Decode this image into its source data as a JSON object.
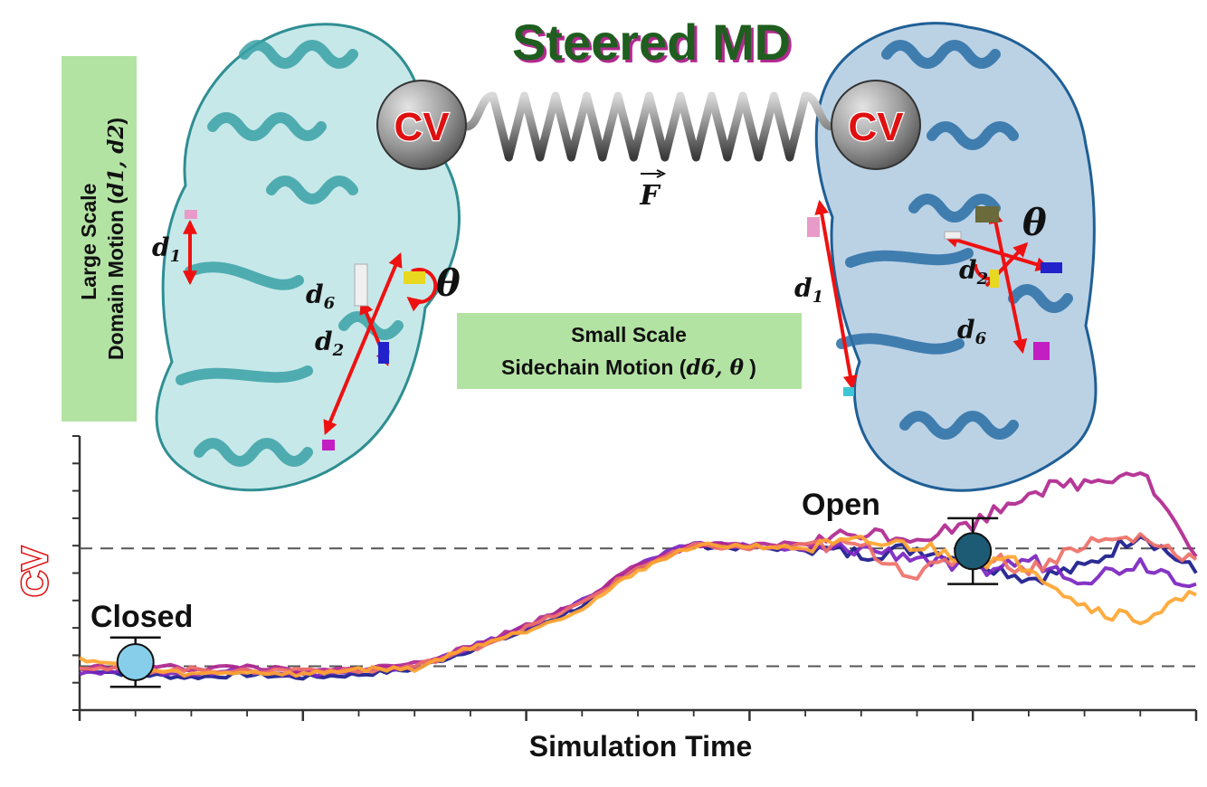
{
  "title": "Steered MD",
  "cv_node_label": "CV",
  "force_label": "F",
  "large_scale_box": {
    "line1": "Large Scale",
    "line2": "Domain Motion (",
    "vars": "d1, d2",
    "close": ")"
  },
  "small_scale_box": {
    "line1": "Small Scale",
    "line2": "Sidechain Motion (",
    "vars": "d6, θ",
    "close": " )"
  },
  "closed_labels": {
    "d1": "d",
    "d1_sub": "1",
    "d6": "d",
    "d6_sub": "6",
    "d2": "d",
    "d2_sub": "2",
    "theta": "θ"
  },
  "open_labels": {
    "d1": "d",
    "d1_sub": "1",
    "d6": "d",
    "d6_sub": "6",
    "d2": "d",
    "d2_sub": "2",
    "theta": "θ"
  },
  "state_closed": "Closed",
  "state_open": "Open",
  "ylabel": "CV",
  "xlabel": "Simulation Time",
  "colors": {
    "title": "#1f5e1f",
    "title_shadow": "#b22a8f",
    "green_box": "#b3e3a3",
    "arrow": "#ee1111",
    "closed_protein": "#5fbcbf",
    "open_protein": "#3b7fb4",
    "closed_marker": "#87ceeb",
    "open_marker": "#1d5a73",
    "traj_navy": "#1a1a8c",
    "traj_purple": "#7b24c0",
    "traj_magenta": "#b0278f",
    "traj_salmon": "#ee7068",
    "traj_orange": "#ffa530"
  },
  "chart_data": {
    "type": "line",
    "xlabel": "Simulation Time",
    "ylabel": "CV",
    "xlim": [
      0,
      10
    ],
    "ylim": [
      0,
      10
    ],
    "reference_lines": [
      1.6,
      5.9
    ],
    "states": [
      {
        "name": "Closed",
        "x": 0.5,
        "y": 1.75,
        "err": 0.9
      },
      {
        "name": "Open",
        "x": 8.0,
        "y": 5.8,
        "err": 1.2
      }
    ],
    "series": [
      {
        "color": "navy",
        "values": [
          [
            0,
            1.5
          ],
          [
            0.5,
            1.3
          ],
          [
            1,
            1.2
          ],
          [
            1.5,
            1.3
          ],
          [
            2,
            1.2
          ],
          [
            2.5,
            1.3
          ],
          [
            3,
            1.5
          ],
          [
            3.5,
            2.2
          ],
          [
            4,
            2.9
          ],
          [
            4.5,
            3.8
          ],
          [
            5,
            5.2
          ],
          [
            5.5,
            6.0
          ],
          [
            6,
            5.9
          ],
          [
            6.5,
            5.9
          ],
          [
            7,
            5.7
          ],
          [
            7.5,
            5.9
          ],
          [
            8,
            5.5
          ],
          [
            8.5,
            4.8
          ],
          [
            9,
            5.2
          ],
          [
            9.5,
            6.5
          ],
          [
            10,
            5.0
          ]
        ]
      },
      {
        "color": "purple",
        "values": [
          [
            0,
            1.4
          ],
          [
            0.5,
            1.4
          ],
          [
            1,
            1.3
          ],
          [
            1.5,
            1.5
          ],
          [
            2,
            1.3
          ],
          [
            2.5,
            1.4
          ],
          [
            3,
            1.6
          ],
          [
            3.5,
            2.3
          ],
          [
            4,
            3.0
          ],
          [
            4.5,
            4.0
          ],
          [
            5,
            5.3
          ],
          [
            5.5,
            6.1
          ],
          [
            6,
            6.0
          ],
          [
            6.5,
            5.8
          ],
          [
            7,
            5.9
          ],
          [
            7.5,
            5.6
          ],
          [
            8,
            5.0
          ],
          [
            8.5,
            5.5
          ],
          [
            9,
            4.8
          ],
          [
            9.5,
            5.4
          ],
          [
            10,
            4.6
          ]
        ]
      },
      {
        "color": "magenta",
        "values": [
          [
            0,
            1.5
          ],
          [
            0.5,
            1.7
          ],
          [
            1,
            1.5
          ],
          [
            1.5,
            1.6
          ],
          [
            2,
            1.4
          ],
          [
            2.5,
            1.5
          ],
          [
            3,
            1.7
          ],
          [
            3.5,
            2.3
          ],
          [
            4,
            3.1
          ],
          [
            4.5,
            4.0
          ],
          [
            5,
            5.3
          ],
          [
            5.5,
            6.0
          ],
          [
            6,
            6.0
          ],
          [
            6.5,
            6.1
          ],
          [
            7,
            6.5
          ],
          [
            7.5,
            6.3
          ],
          [
            8,
            6.8
          ],
          [
            8.5,
            8.0
          ],
          [
            9,
            8.3
          ],
          [
            9.5,
            8.8
          ],
          [
            10,
            5.6
          ]
        ]
      },
      {
        "color": "salmon",
        "values": [
          [
            0,
            1.6
          ],
          [
            0.5,
            1.4
          ],
          [
            1,
            1.5
          ],
          [
            1.5,
            1.4
          ],
          [
            2,
            1.5
          ],
          [
            2.5,
            1.4
          ],
          [
            3,
            1.6
          ],
          [
            3.5,
            2.2
          ],
          [
            4,
            3.0
          ],
          [
            4.5,
            3.9
          ],
          [
            5,
            5.2
          ],
          [
            5.5,
            6.0
          ],
          [
            6,
            5.9
          ],
          [
            6.5,
            6.0
          ],
          [
            7,
            6.0
          ],
          [
            7.5,
            4.9
          ],
          [
            8,
            5.8
          ],
          [
            8.5,
            5.1
          ],
          [
            9,
            6.1
          ],
          [
            9.5,
            6.3
          ],
          [
            10,
            5.5
          ]
        ]
      },
      {
        "color": "orange",
        "values": [
          [
            0,
            1.9
          ],
          [
            0.5,
            1.5
          ],
          [
            1,
            1.3
          ],
          [
            1.5,
            1.4
          ],
          [
            2,
            1.3
          ],
          [
            2.5,
            1.5
          ],
          [
            3,
            1.5
          ],
          [
            3.5,
            2.3
          ],
          [
            4,
            2.9
          ],
          [
            4.5,
            3.7
          ],
          [
            5,
            5.1
          ],
          [
            5.5,
            6.0
          ],
          [
            6,
            6.0
          ],
          [
            6.5,
            5.9
          ],
          [
            7,
            6.1
          ],
          [
            7.5,
            6.0
          ],
          [
            8,
            5.5
          ],
          [
            8.5,
            5.3
          ],
          [
            9,
            3.8
          ],
          [
            9.5,
            3.3
          ],
          [
            10,
            4.2
          ]
        ]
      }
    ]
  }
}
